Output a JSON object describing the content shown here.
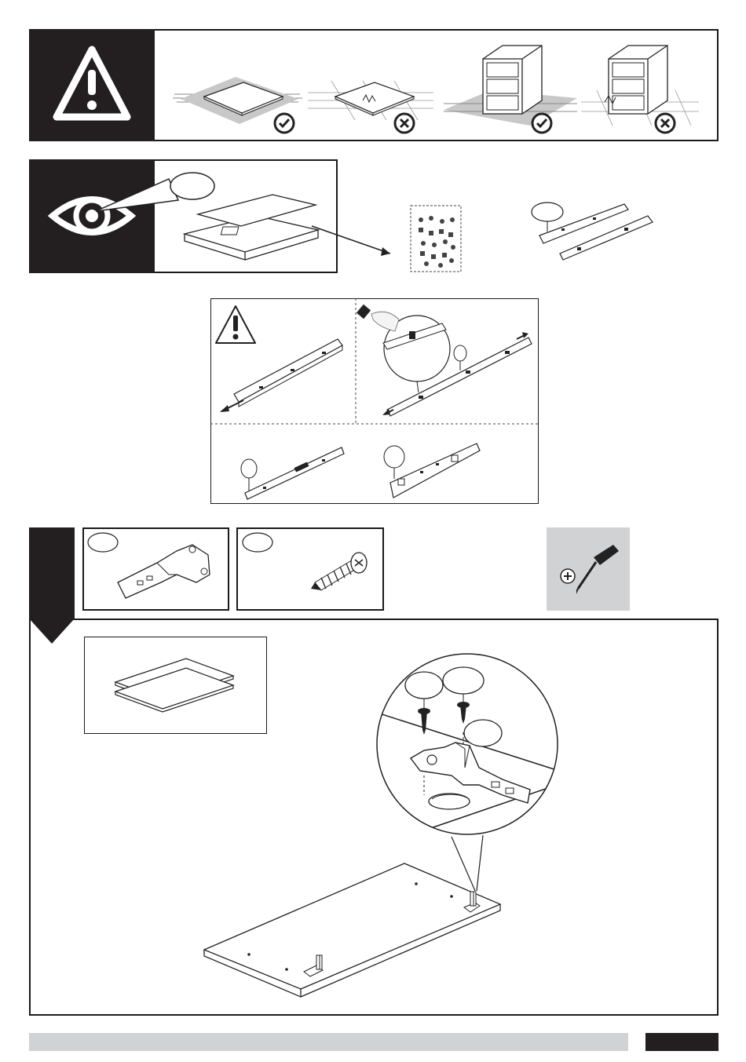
{
  "page": {
    "footer": {
      "page_number": ""
    }
  },
  "sections": {
    "warning": {
      "icon": "warning-triangle-icon",
      "floor_examples": [
        {
          "item": "panel-on-carpet",
          "status": "check-icon"
        },
        {
          "item": "panel-on-hard-floor",
          "status": "cross-icon"
        },
        {
          "item": "cabinet-on-carpet",
          "status": "check-icon"
        },
        {
          "item": "cabinet-on-hard-floor",
          "status": "cross-icon"
        }
      ]
    },
    "inspect": {
      "icon": "eye-icon",
      "callout_label": "",
      "items": [
        "hardware-bag",
        "drawer-slide-rails"
      ]
    },
    "rail_prep": {
      "label_a": "",
      "label_b": "",
      "label_c": ""
    },
    "step": {
      "number": "",
      "parts": [
        {
          "name": "hinge",
          "label": "",
          "quantity": ""
        },
        {
          "name": "screw",
          "label": "",
          "quantity": ""
        }
      ],
      "tool": "phillips-screwdriver-icon",
      "panel_quantity": "",
      "callouts": [
        "",
        "",
        ""
      ]
    }
  },
  "colors": {
    "ink": "#231f20",
    "footer_bar": "#d1d2d4",
    "tool_bg": "#d1d2d4"
  }
}
